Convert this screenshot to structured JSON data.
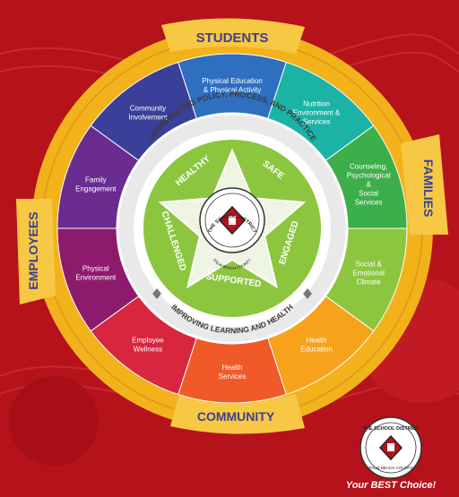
{
  "outer_labels": {
    "students": "STUDENTS",
    "families": "FAMILIES",
    "community": "COMMUNITY",
    "employees": "EMPLOYEES"
  },
  "segments": [
    {
      "lines": [
        "Physical Education",
        "& Physical Activity"
      ],
      "color": "#2e6fc0"
    },
    {
      "lines": [
        "Nutrition",
        "Environment &",
        "Services"
      ],
      "color": "#1bb3a6"
    },
    {
      "lines": [
        "Counseling,",
        "Psychological",
        "&",
        "Social",
        "Services"
      ],
      "color": "#3cae4a"
    },
    {
      "lines": [
        "Social &",
        "Emotional",
        "Climate"
      ],
      "color": "#8cc63f"
    },
    {
      "lines": [
        "Health",
        "Education"
      ],
      "color": "#f7a21b"
    },
    {
      "lines": [
        "Health",
        "Services"
      ],
      "color": "#f05a28"
    },
    {
      "lines": [
        "Employee",
        "Wellness"
      ],
      "color": "#d7263d"
    },
    {
      "lines": [
        "Physical",
        "Environment"
      ],
      "color": "#8e1a6e"
    },
    {
      "lines": [
        "Family",
        "Engagement"
      ],
      "color": "#6a2c91"
    },
    {
      "lines": [
        "Community",
        "Involvement"
      ],
      "color": "#3a3f9a"
    }
  ],
  "inner_ring": {
    "top_text": "COORDINATING POLICY, PROCESS, AND PRACTICE",
    "bottom_text": "IMPROVING LEARNING AND HEALTH"
  },
  "star_words": [
    "HEALTHY",
    "SAFE",
    "ENGAGED",
    "SUPPORTED",
    "CHALLENGED"
  ],
  "center_logo": {
    "line1": "THE SCHOOL DISTRICT",
    "line2": "PALM BEACH COUNTY"
  },
  "corner_logo": {
    "line1": "THE SCHOOL DISTRICT",
    "line2": "PALM BEACH COUNTY",
    "tagline": "Your BEST Choice!"
  },
  "colors": {
    "background": "#b5121b",
    "outer_ring": "#f2b21c",
    "tab": "#f7c843",
    "tab_text": "#3a3f9a",
    "green": "#8cc63f"
  }
}
